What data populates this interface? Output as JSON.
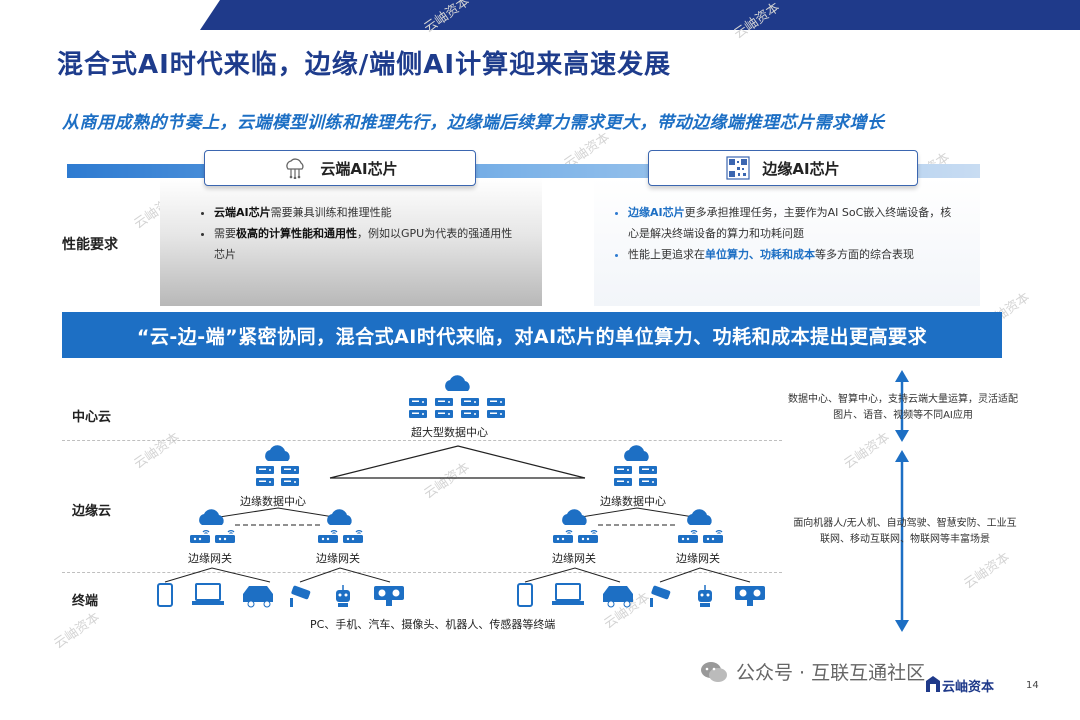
{
  "title": "混合式AI时代来临，边缘/端侧AI计算迎来高速发展",
  "subtitle": "从商用成熟的节奏上，云端模型训练和推理先行，边缘端后续算力需求更大，带动边缘端推理芯片需求增长",
  "perf_label": "性能要求",
  "left_panel": {
    "header": "云端AI芯片",
    "icon": "cloud-chip-icon",
    "bullets": [
      {
        "bold": "云端AI芯片",
        "text": "需要兼具训练和推理性能"
      },
      {
        "pre": "需要",
        "bold": "极高的计算性能和通用性",
        "text": "，例如以GPU为代表的强通用性芯片"
      }
    ]
  },
  "right_panel": {
    "header": "边缘AI芯片",
    "icon": "qr-chip-icon",
    "bullets": [
      {
        "blue": "边缘AI芯片",
        "text": "更多承担推理任务，主要作为AI SoC嵌入终端设备，核心是解决终端设备的算力和功耗问题"
      },
      {
        "pre": "性能上更追求在",
        "blue": "单位算力、功耗和成本",
        "text": "等多方面的综合表现"
      }
    ]
  },
  "banner": "“云-边-端”紧密协同，混合式AI时代来临，对AI芯片的单位算力、功耗和成本提出更高要求",
  "tiers": {
    "center": "中心云",
    "edge": "边缘云",
    "terminal": "终端"
  },
  "diagram": {
    "datacenter": "超大型数据中心",
    "edge_dc_left": "边缘数据中心",
    "edge_dc_right": "边缘数据中心",
    "gateway": "边缘网关",
    "devices_caption": "PC、手机、汽车、摄像头、机器人、传感器等终端"
  },
  "right_notes": {
    "top": "数据中心、智算中心，支持云端大量运算，灵活适配图片、语音、视频等不同AI应用",
    "bottom": "面向机器人/无人机、自动驾驶、智慧安防、工业互联网、移动互联网、物联网等丰富场景"
  },
  "watermark": "云岫资本",
  "footer": {
    "text": "公众号 · 互联互通社区",
    "brand": "云岫资本",
    "page": "14"
  },
  "colors": {
    "accent": "#1d6fc4",
    "dark": "#1f3a8a"
  }
}
